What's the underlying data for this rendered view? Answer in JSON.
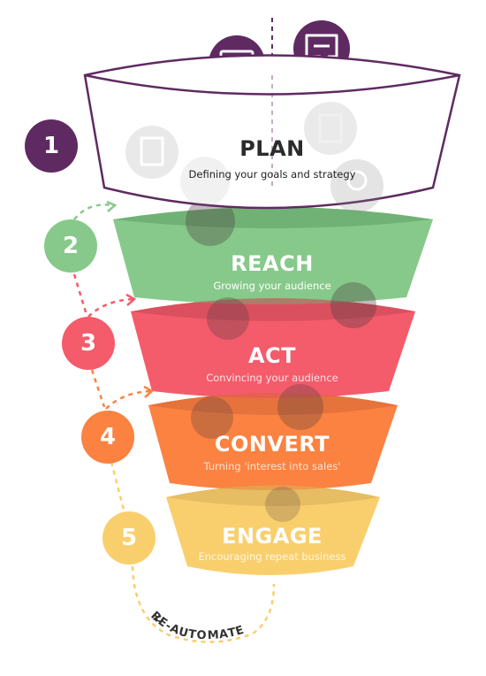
{
  "colors": {
    "plan": "#5f2a61",
    "reach": "#86c98a",
    "act": "#f45b6b",
    "convert": "#fb8240",
    "engage": "#f9cf6e",
    "icon_bubble": "#5f2a61",
    "outline": "#5f2a61"
  },
  "icons": [
    "megaphone-icon",
    "video-icon",
    "chat-icon",
    "mail-icon",
    "document-icon",
    "award-icon"
  ],
  "stages": [
    {
      "number": "1",
      "title": "PLAN",
      "subtitle": "Defining your goals and strategy"
    },
    {
      "number": "2",
      "title": "REACH",
      "subtitle": "Growing your audience"
    },
    {
      "number": "3",
      "title": "ACT",
      "subtitle": "Convincing your audience"
    },
    {
      "number": "4",
      "title": "CONVERT",
      "subtitle": "Turning 'interest into sales'"
    },
    {
      "number": "5",
      "title": "ENGAGE",
      "subtitle": "Encouraging repeat business"
    }
  ],
  "loop_label": "RE-AUTOMATE"
}
